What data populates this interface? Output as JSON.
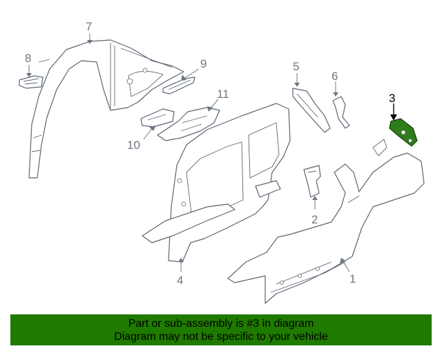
{
  "callouts": {
    "c1": "1",
    "c2": "2",
    "c3": "3",
    "c4": "4",
    "c5": "5",
    "c6": "6",
    "c7": "7",
    "c8": "8",
    "c9": "9",
    "c10": "10",
    "c11": "11"
  },
  "highlight_color": "#2e7d1a",
  "banner": {
    "line1": "Part or sub-assembly is #3 in diagram",
    "line2": "Diagram may not be specific to your vehicle",
    "background": "#1f7a00"
  }
}
